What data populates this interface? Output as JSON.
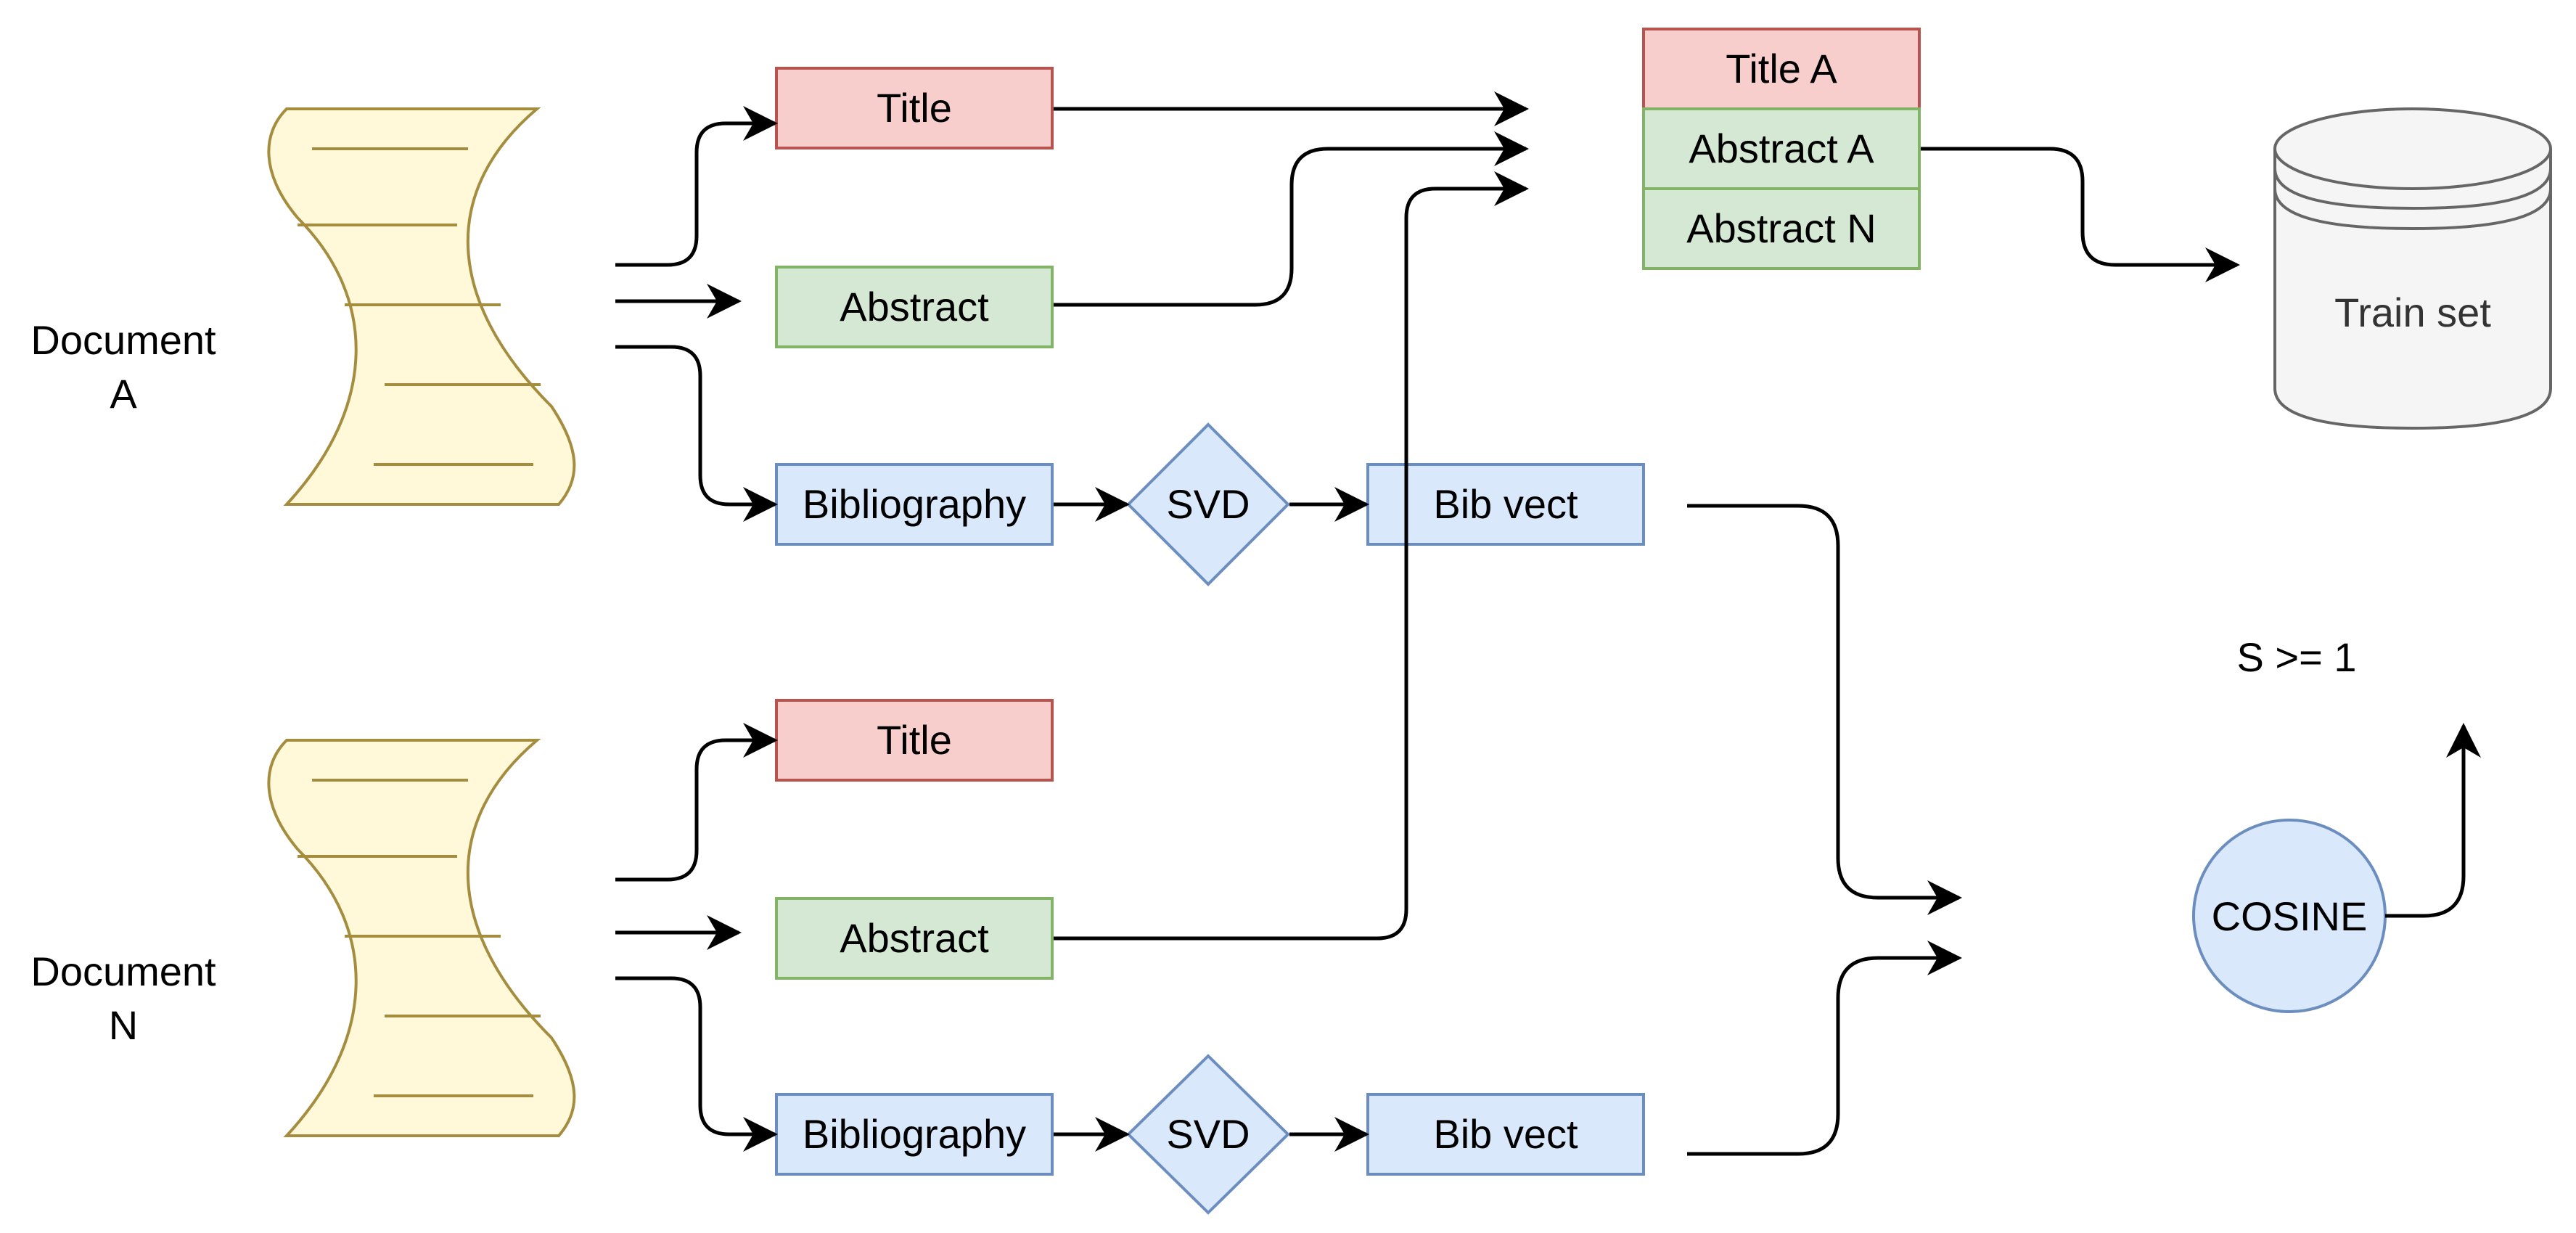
{
  "documents": [
    {
      "label_line1": "Document",
      "label_line2": "A"
    },
    {
      "label_line1": "Document",
      "label_line2": "N"
    }
  ],
  "doc_a": {
    "title": "Title",
    "abstract": "Abstract",
    "bibliography": "Bibliography",
    "svd": "SVD",
    "bib_vect": "Bib vect"
  },
  "doc_n": {
    "title": "Title",
    "abstract": "Abstract",
    "bibliography": "Bibliography",
    "svd": "SVD",
    "bib_vect": "Bib vect"
  },
  "stack": {
    "title": "Title A",
    "abstract_a": "Abstract A",
    "abstract_n": "Abstract N"
  },
  "train_set": "Train set",
  "cosine": "COSINE",
  "condition": "S >= 1",
  "colors": {
    "title_fill": "#f8cecc",
    "title_stroke": "#b85450",
    "abstract_fill": "#d5e8d4",
    "abstract_stroke": "#82b366",
    "blue_fill": "#dae8fc",
    "blue_stroke": "#6c8ebf",
    "doc_fill": "#fff8d9",
    "doc_stroke": "#a58d3f",
    "cylinder_fill": "#f5f5f5",
    "cylinder_stroke": "#666666"
  }
}
